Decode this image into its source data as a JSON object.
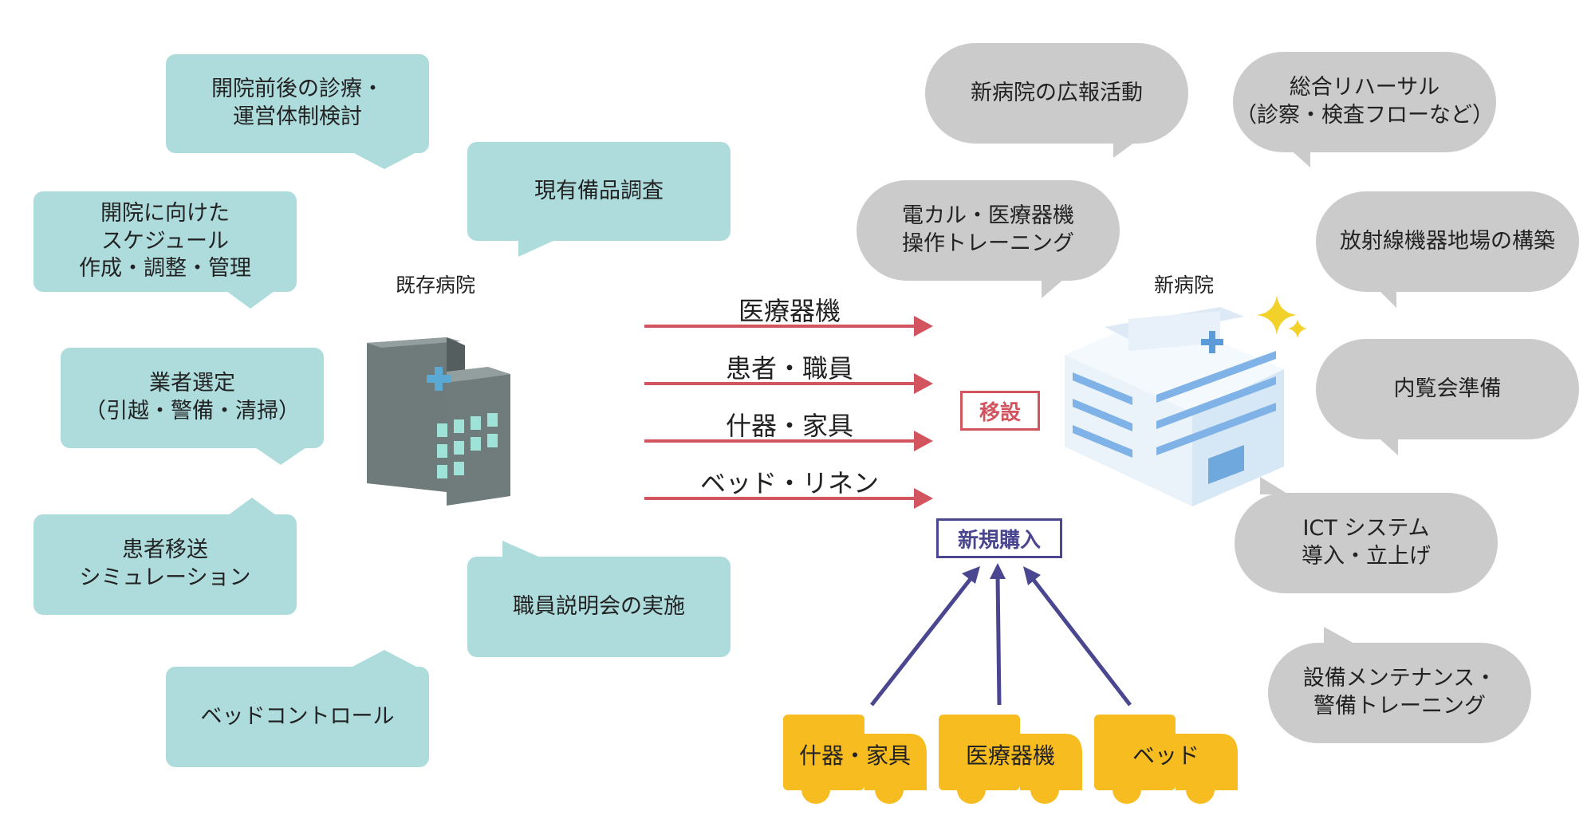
{
  "left_bubbles": [
    {
      "text": "開院前後の診療・\n運営体制検討"
    },
    {
      "text": "開院に向けた\nスケジュール\n作成・調整・管理"
    },
    {
      "text": "業者選定\n（引越・警備・清掃）"
    },
    {
      "text": "患者移送\nシミュレーション"
    },
    {
      "text": "ベッドコントロール"
    },
    {
      "text": "現有備品調査"
    },
    {
      "text": "職員説明会の実施"
    }
  ],
  "right_bubbles": [
    {
      "text": "新病院の広報活動"
    },
    {
      "text": "総合リハーサル\n（診察・検査フローなど）"
    },
    {
      "text": "電カル・医療器機\n操作トレーニング"
    },
    {
      "text": "放射線機器地場の構築"
    },
    {
      "text": "内覧会準備"
    },
    {
      "text": "ICT システム\n導入・立上げ"
    },
    {
      "text": "設備メンテナンス・\n警備トレーニング"
    }
  ],
  "existing_hospital_label": "既存病院",
  "new_hospital_label": "新病院",
  "transfer_arrows": [
    {
      "label": "医療器機"
    },
    {
      "label": "患者・職員"
    },
    {
      "label": "什器・家具"
    },
    {
      "label": "ベッド・リネン"
    }
  ],
  "transfer_box": "移設",
  "purchase_box": "新規購入",
  "trucks": [
    {
      "label": "什器・家具"
    },
    {
      "label": "医療器機"
    },
    {
      "label": "ベッド"
    }
  ],
  "colors": {
    "teal_bubble": "#aedcdd",
    "gray_bubble": "#cbcbcb",
    "transfer_red": "#d2545e",
    "purchase_navy": "#4a4790",
    "truck_yellow": "#f7bc1f"
  }
}
